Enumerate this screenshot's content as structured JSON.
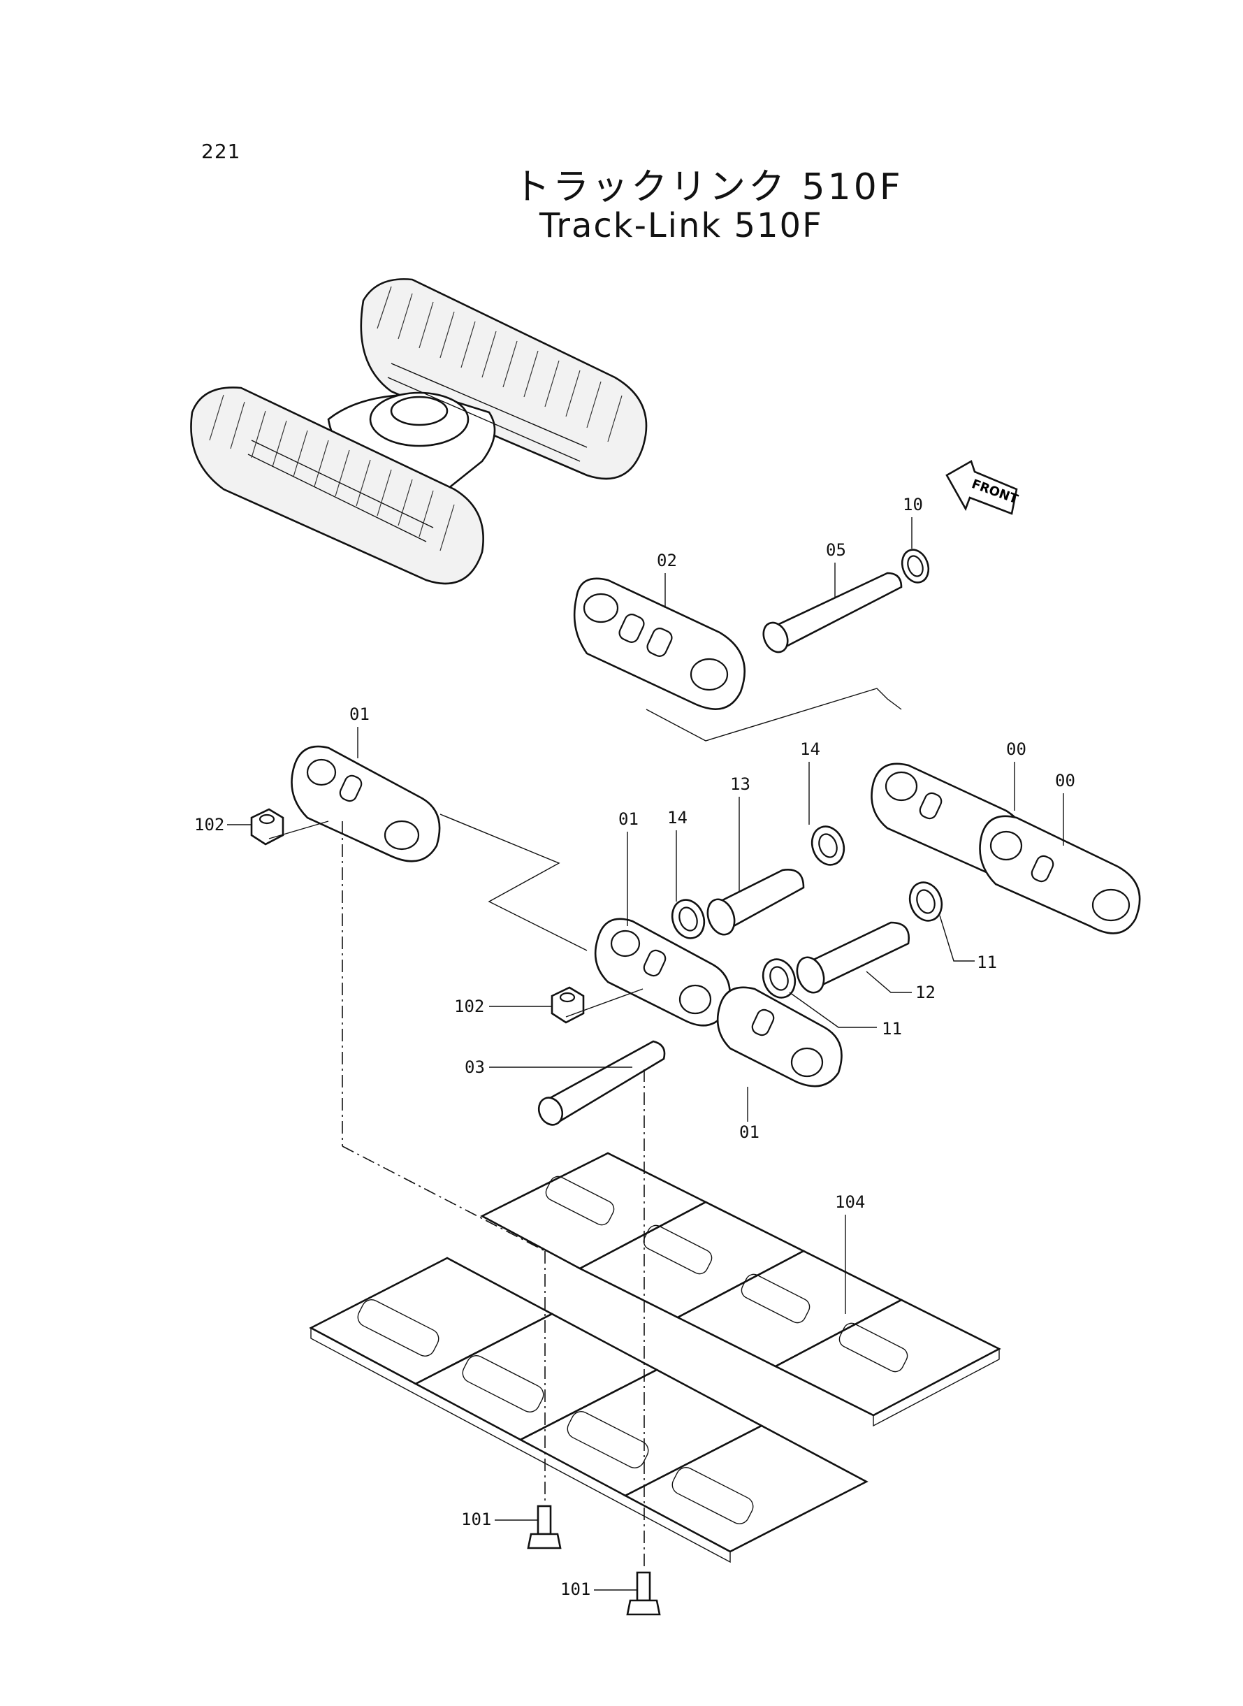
{
  "header": {
    "page_number": "221",
    "title_jp": "トラックリンク 510F",
    "title_en": "Track-Link 510F"
  },
  "labels": {
    "front_arrow": "FRONT"
  },
  "callouts": [
    "221",
    "10",
    "05",
    "02",
    "01",
    "102",
    "14",
    "13",
    "14",
    "00",
    "00",
    "01",
    "11",
    "12",
    "102",
    "11",
    "03",
    "01",
    "104",
    "101",
    "101"
  ],
  "parts": {
    "p00a": "00",
    "p00b": "00",
    "p01a": "01",
    "p01b": "01",
    "p01c": "01",
    "p02": "02",
    "p03": "03",
    "p05": "05",
    "p10": "10",
    "p11a": "11",
    "p11b": "11",
    "p12": "12",
    "p13": "13",
    "p14a": "14",
    "p14b": "14",
    "p101a": "101",
    "p101b": "101",
    "p102a": "102",
    "p102b": "102",
    "p104": "104"
  }
}
